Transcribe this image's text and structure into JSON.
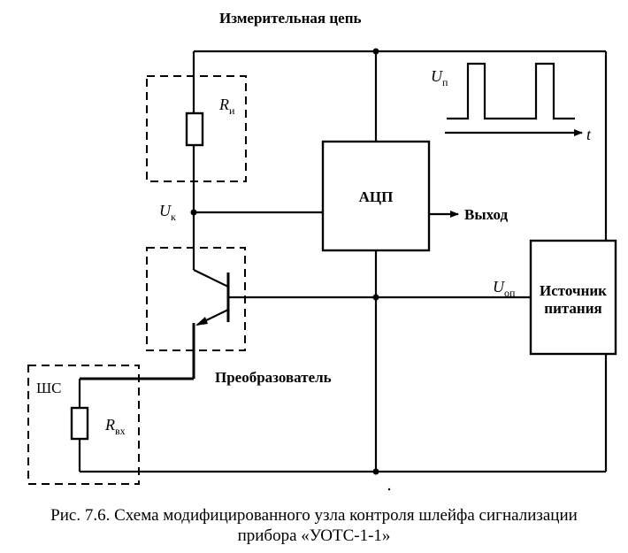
{
  "labels": {
    "measuring_circuit": "Измерительная цепь",
    "converter": "Преобразователь",
    "loop": "ШС",
    "adc": "АЦП",
    "output": "Выход",
    "power_supply_line1": "Источник",
    "power_supply_line2": "питания"
  },
  "symbols": {
    "r_meas": {
      "main": "R",
      "sub": "и"
    },
    "r_in": {
      "main": "R",
      "sub": "вх"
    },
    "u_k": {
      "main": "U",
      "sub": "к"
    },
    "u_p": {
      "main": "U",
      "sub": "п"
    },
    "u_op": {
      "main": "U",
      "sub": "оп"
    },
    "time": "t"
  },
  "caption": {
    "line1": "Рис. 7.6. Схема модифицированного узла контроля шлейфа сигнализации",
    "line2": "прибора «УОТС-1-1»"
  }
}
